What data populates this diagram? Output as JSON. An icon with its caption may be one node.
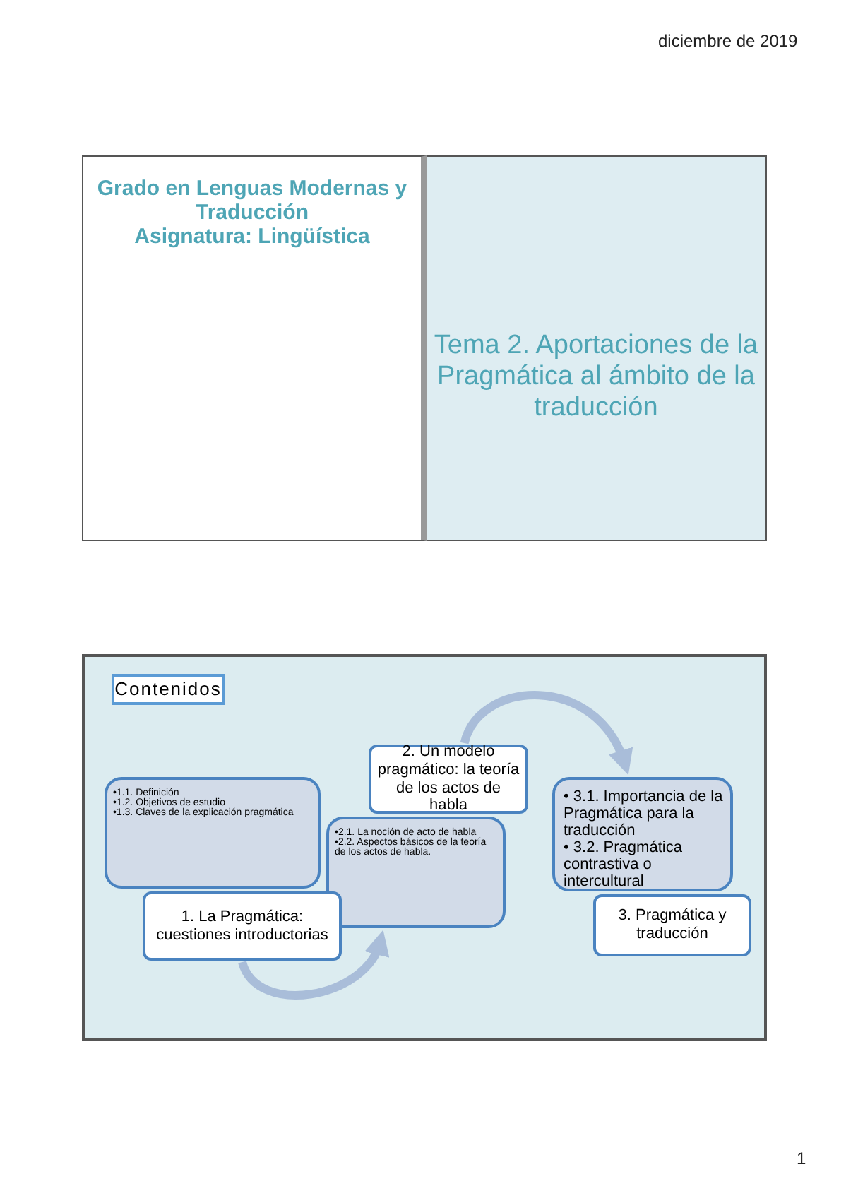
{
  "diagram": {
    "nodes": [
      {
        "text": [
          "Grado en Lenguas Modernas y Traducción",
          "Asignatura: Lingüística"
        ]
      },
      {
        "text": [
          "Tema 2. Aportaciones de la Pragmática al ámbito de la traducción"
        ]
      },
      {
        "text": [],
        "shape": "box"
      },
      {
        "text": [
          "Contenidos"
        ],
        "in": 2
      },
      {
        "text": [
          "•1.1. Definición",
          "•1.2. Objetivos de estudio",
          "•1.3. Claves de la explicación pragmática"
        ],
        "in": 2
      },
      {
        "text": [
          "1. La Pragmática: cuestiones introductorias"
        ],
        "in": 2
      },
      {
        "text": [
          "•2.1. La noción de acto de habla",
          "•2.2. Aspectos básicos de la teoría de los actos de habla."
        ],
        "in": 2
      },
      {
        "text": [
          "2. Un modelo pragmático: la teoría de los actos de habla"
        ],
        "in": 2
      },
      {
        "text": [
          "• 3.1. Importancia de la Pragmática para la traducción",
          "• 3.2. Pragmática contrastiva o intercultural"
        ],
        "in": 2
      },
      {
        "text": [
          "3. Pragmática y traducción"
        ],
        "in": 2
      }
    ],
    "edges": [
      {
        "from": 5,
        "to": 6,
        "arrow": "to"
      },
      {
        "from": 7,
        "to": 8,
        "arrow": "to"
      }
    ],
    "labels": [
      "diciembre de 2019",
      "1"
    ]
  }
}
